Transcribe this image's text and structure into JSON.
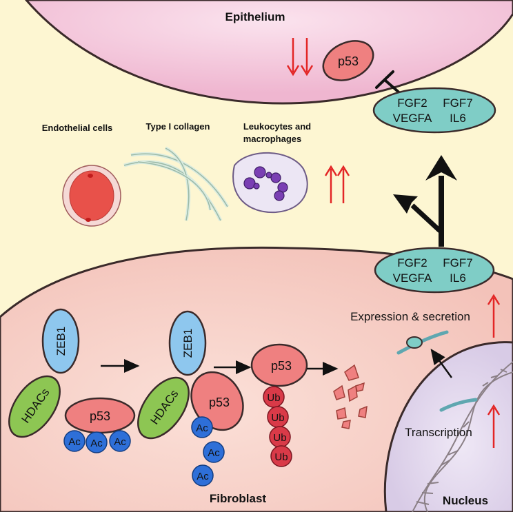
{
  "labels": {
    "epithelium": "Epithelium",
    "endothelial": "Endothelial cells",
    "collagen": "Type I collagen",
    "leukocytes_line1": "Leukocytes and",
    "leukocytes_line2": "macrophages",
    "expression": "Expression & secretion",
    "transcription": "Transcription",
    "fibroblast": "Fibroblast",
    "nucleus": "Nucleus"
  },
  "factors": {
    "a": "FGF2",
    "b": "FGF7",
    "c": "VEGFA",
    "d": "IL6"
  },
  "proteins": {
    "p53": "p53",
    "zeb1": "ZEB1",
    "hdacs": "HDACs",
    "ac": "Ac",
    "ub": "Ub"
  },
  "colors": {
    "background": "#fdf6d2",
    "epithelium": "#f5c7dd",
    "fibroblast": "#f8d4cc",
    "nucleus": "#e4dbee",
    "p53": "#ef8080",
    "zeb1": "#8ec7ee",
    "hdacs": "#8dc653",
    "ac": "#2e6fd8",
    "ub": "#d93a48",
    "factor_oval": "#7fcdc6",
    "red_arrow": "#e32626"
  }
}
